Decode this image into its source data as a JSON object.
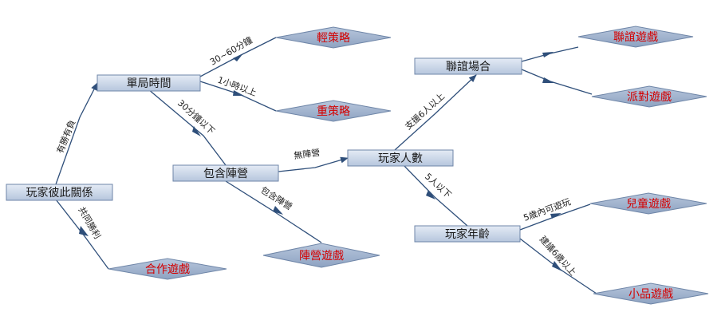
{
  "nodes": {
    "relation": "玩家彼此關係",
    "round_time": "單局時間",
    "camp": "包含陣營",
    "players": "玩家人數",
    "social": "聯誼場合",
    "age": "玩家年齡"
  },
  "leaves": {
    "light": "輕策略",
    "heavy": "重策略",
    "coop": "合作遊戲",
    "team": "陣營遊戲",
    "friend": "聯誼遊戲",
    "party": "派對遊戲",
    "kids": "兒童遊戲",
    "filler": "小品遊戲"
  },
  "edges": {
    "win_lose": "有勝有負",
    "common_win": "共同勝利",
    "t30_60": "30~60分鐘",
    "t1h": "1小時以上",
    "t30less": "30分鐘以下",
    "no_camp": "無陣營",
    "has_camp": "包含陣營",
    "six_up": "支援6人以上",
    "five_less": "5人以下",
    "age5": "5歲內可遊玩",
    "age6": "建議6歲以上"
  },
  "colors": {
    "box_fill_top": "#dfe7f2",
    "box_fill_bottom": "#b9c8de",
    "diamond_fill": "#9fb1cc",
    "line": "#2f4f7a",
    "leaf_text": "#d40000"
  }
}
